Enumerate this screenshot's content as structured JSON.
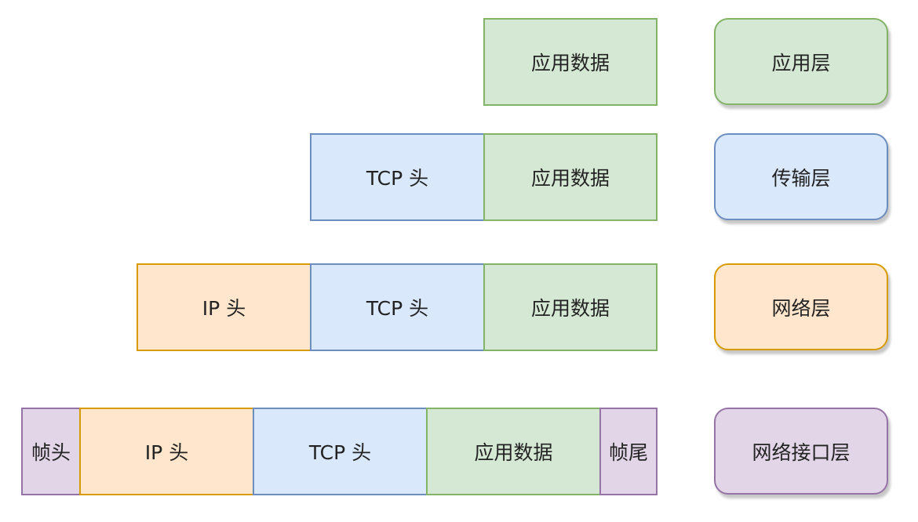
{
  "rows": {
    "application": {
      "data": "应用数据"
    },
    "transport": {
      "tcp_header": "TCP 头",
      "data": "应用数据"
    },
    "network": {
      "ip_header": "IP 头",
      "tcp_header": "TCP 头",
      "data": "应用数据"
    },
    "link": {
      "frame_header": "帧头",
      "ip_header": "IP 头",
      "tcp_header": "TCP 头",
      "data": "应用数据",
      "frame_trailer": "帧尾"
    }
  },
  "layers": {
    "application": "应用层",
    "transport": "传输层",
    "network": "网络层",
    "link": "网络接口层"
  },
  "colors": {
    "application_fill": "#d5e8d4",
    "application_stroke": "#82b366",
    "transport_fill": "#dae8fc",
    "transport_stroke": "#6c8ebf",
    "network_fill": "#ffe6cc",
    "network_stroke": "#d79b00",
    "link_fill": "#e1d5e7",
    "link_stroke": "#9673a6"
  }
}
